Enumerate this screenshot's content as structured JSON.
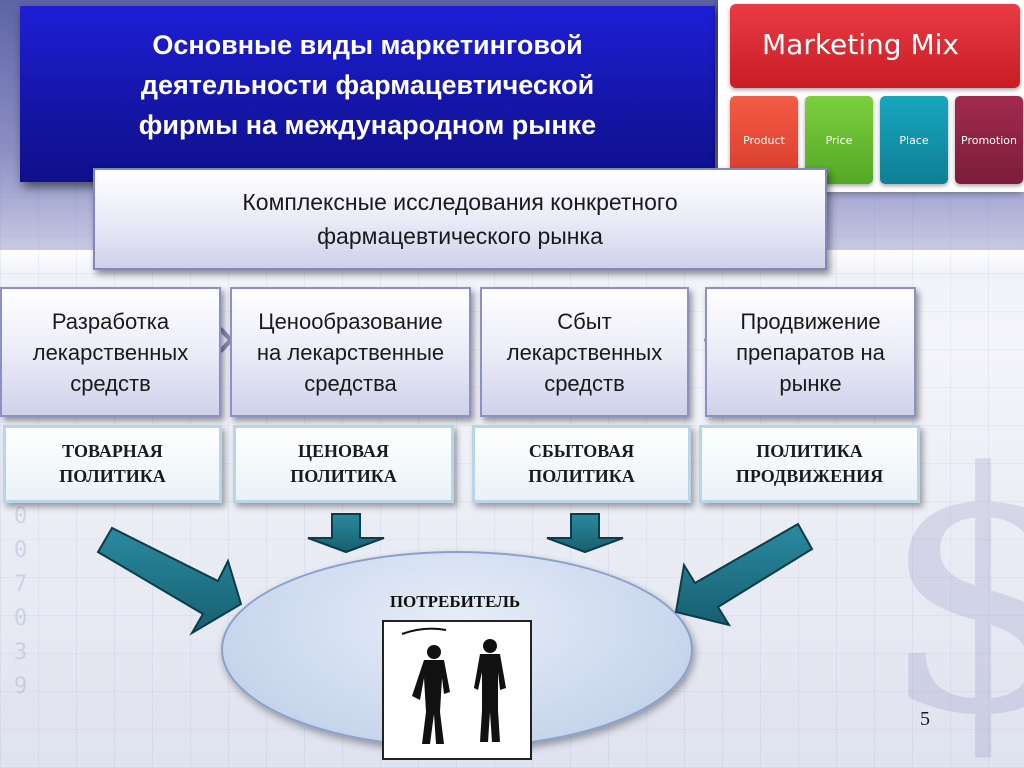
{
  "slide": {
    "title_lines": [
      "Основные виды маркетинговой",
      "деятельности фармацевтической",
      "фирмы на международном рынке"
    ],
    "page_number": "5"
  },
  "marketing_mix": {
    "title": "Marketing Mix",
    "tiles": [
      "Product",
      "Price",
      "Place",
      "Promotion"
    ]
  },
  "research": {
    "lines": [
      "Комплексные исследования конкретного",
      "фармацевтического рынка"
    ]
  },
  "activities": [
    {
      "lines": [
        "Разработка",
        "лекарственных",
        "средств"
      ]
    },
    {
      "lines": [
        "Ценообразование",
        "на лекарственные",
        "средства"
      ]
    },
    {
      "lines": [
        "Сбыт",
        "лекарственных",
        "средств"
      ]
    },
    {
      "lines": [
        "Продвижение",
        "препаратов на",
        "рынке"
      ]
    }
  ],
  "policies": [
    {
      "lines": [
        "ТОВАРНАЯ",
        "ПОЛИТИКА"
      ]
    },
    {
      "lines": [
        "ЦЕНОВАЯ",
        "ПОЛИТИКА"
      ]
    },
    {
      "lines": [
        "СБЫТОВАЯ",
        "ПОЛИТИКА"
      ]
    },
    {
      "lines": [
        "ПОЛИТИКА",
        "ПРОДВИЖЕНИЯ"
      ]
    }
  ],
  "consumer": {
    "label": "ПОТРЕБИТЕЛЬ",
    "picture_icon": "businessmen-silhouette-icon"
  },
  "colors": {
    "title_blue": "#1516a8",
    "arrow_teal": "#1f6f82",
    "mix_red": "#d8262f"
  }
}
